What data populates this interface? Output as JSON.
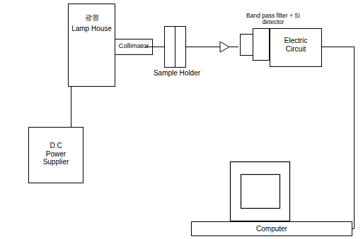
{
  "diagram": {
    "nodes": [
      {
        "text": [
          "광원",
          "Lamp House"
        ]
      },
      {
        "text": [
          "Collimator"
        ]
      },
      {
        "text": [
          "Sample Holder"
        ]
      },
      {
        "text": [
          "Band pass filter + Si detector"
        ]
      },
      {
        "text": [
          "Electric Circuit"
        ]
      },
      {
        "text": [
          "D.C Power Supplier"
        ]
      },
      {
        "text": [
          "Computer"
        ]
      }
    ],
    "edges": [
      {
        "from": 0,
        "to": 5,
        "arrow": "none"
      },
      {
        "from": 1,
        "to": 2,
        "arrow": "none"
      },
      {
        "from": 2,
        "to": 3,
        "arrow": "none"
      },
      {
        "from": 3,
        "to": 4,
        "arrow": "none"
      },
      {
        "from": 4,
        "to": 6,
        "arrow": "none"
      }
    ]
  }
}
